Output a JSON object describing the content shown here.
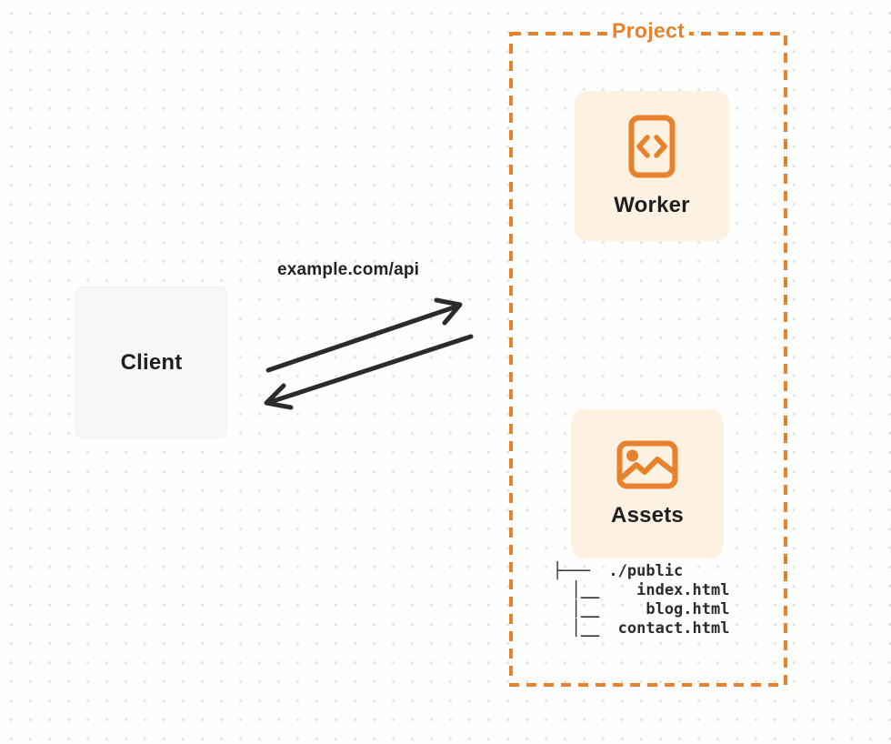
{
  "title": "Client to Project request flow diagram",
  "colors": {
    "accent_orange": "#E8812B",
    "node_fill": "#FDF2E2",
    "client_fill": "#F7F7F8",
    "ink": "#1F1F1F",
    "arrow": "#2B2B2B",
    "dot_grid": "#E2E2E2"
  },
  "diagram": {
    "client": {
      "label": "Client"
    },
    "request": {
      "label": "example.com/api"
    },
    "project": {
      "label": "Project",
      "nodes": [
        {
          "id": "worker",
          "label": "Worker",
          "icon": "code-document-icon"
        },
        {
          "id": "assets",
          "label": "Assets",
          "icon": "image-icon"
        }
      ],
      "file_tree": {
        "lines": [
          "├───  ./public",
          "  │__    index.html",
          "  │__     blog.html",
          "  │__  contact.html"
        ]
      }
    }
  }
}
